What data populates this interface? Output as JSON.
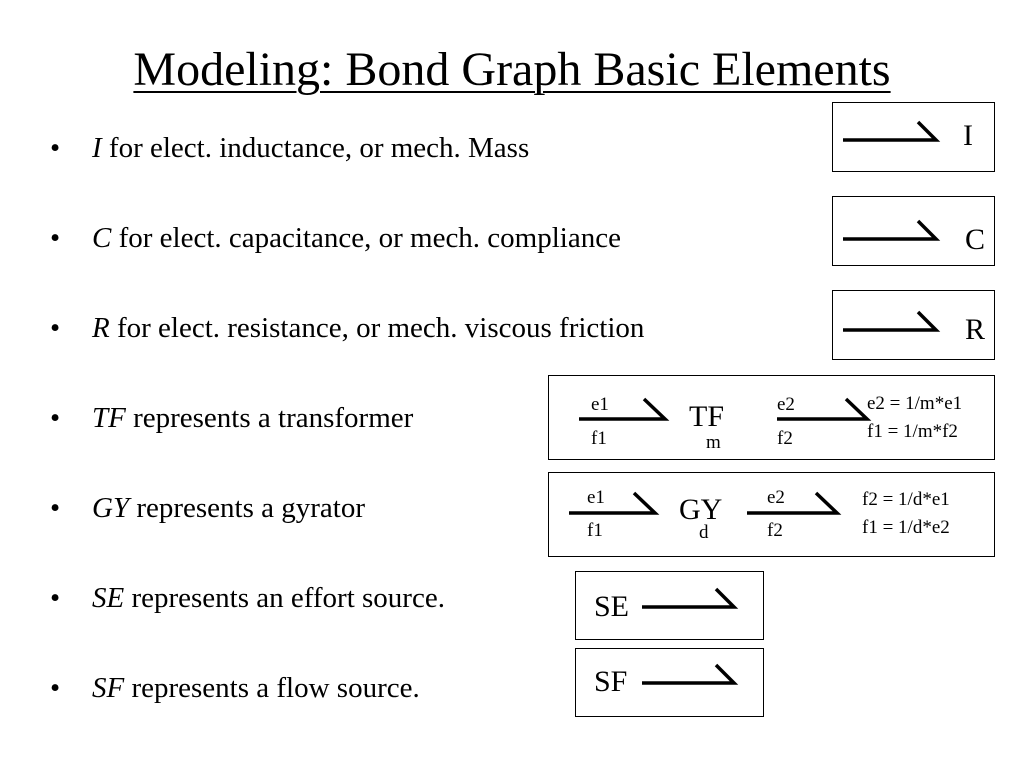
{
  "title": "Modeling: Bond Graph Basic Elements",
  "bullets": [
    {
      "marker": "•",
      "symbol": "I",
      "text": " for elect. inductance, or mech. Mass"
    },
    {
      "marker": "•",
      "symbol": "C",
      "text": " for elect. capacitance, or mech. compliance"
    },
    {
      "marker": "•",
      "symbol": "R",
      "text": " for elect. resistance, or mech. viscous friction"
    },
    {
      "marker": "•",
      "symbol": "TF",
      "text": " represents a transformer"
    },
    {
      "marker": "•",
      "symbol": "GY",
      "text": " represents a gyrator"
    },
    {
      "marker": "•",
      "symbol": "SE",
      "text": " represents an effort source."
    },
    {
      "marker": "•",
      "symbol": "SF",
      "text": " represents a flow source."
    }
  ],
  "diagrams": {
    "I": {
      "label": "I"
    },
    "C": {
      "label": "C"
    },
    "R": {
      "label": "R"
    },
    "TF": {
      "in_effort": "e1",
      "in_flow": "f1",
      "element": "TF",
      "modulus": "m",
      "out_effort": "e2",
      "out_flow": "f2",
      "eq1": "e2 = 1/m*e1",
      "eq2": "f1 = 1/m*f2"
    },
    "GY": {
      "in_effort": "e1",
      "in_flow": "f1",
      "element": "GY",
      "modulus": "d",
      "out_effort": "e2",
      "out_flow": "f2",
      "eq1": "f2 = 1/d*e1",
      "eq2": "f1 = 1/d*e2"
    },
    "SE": {
      "label": "SE"
    },
    "SF": {
      "label": "SF"
    }
  }
}
